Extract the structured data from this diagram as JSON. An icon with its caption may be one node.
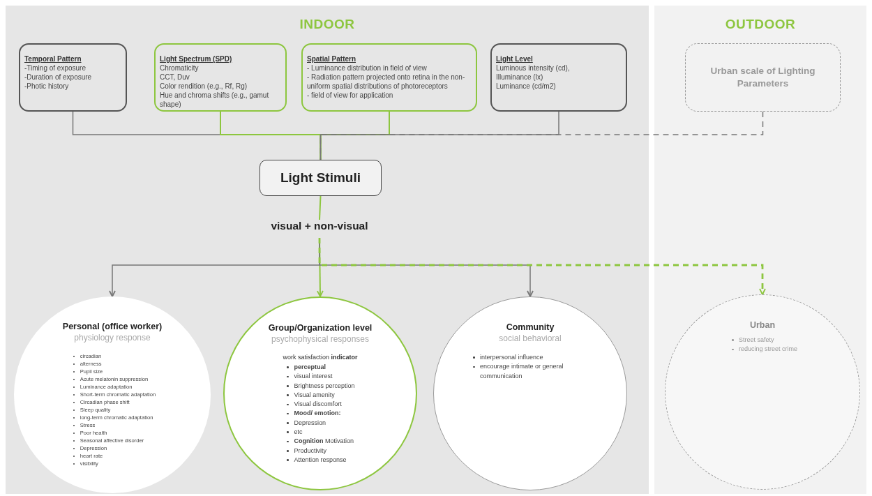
{
  "diagram": {
    "nodes": [
      {
        "text": [
          "INDOOR"
        ]
      },
      {
        "text": [
          "OUTDOOR"
        ]
      },
      {
        "text": [
          "Temporal Pattern",
          "-Timing of exposure",
          "-Duration of exposure",
          "-Photic history"
        ],
        "in": 0
      },
      {
        "text": [
          "Light Spectrum (SPD)",
          "Chromaticity",
          "CCT, Duv",
          "Color rendition (e.g., Rf, Rg)",
          "Hue and chroma shifts (e.g., gamut shape)"
        ],
        "in": 0
      },
      {
        "text": [
          "Spatial Pattern",
          "- Luminance distribution in field of view",
          "- Radiation pattern projected onto retina in the non-uniform spatial distributions of photoreceptors",
          "- field of view for application"
        ],
        "in": 0
      },
      {
        "text": [
          "Light Level",
          "Luminous intensity (cd),",
          "Illuminance (lx)",
          "Luminance (cd/m2)"
        ],
        "in": 0
      },
      {
        "text": [
          "Urban scale of Lighting Parameters"
        ],
        "in": 1
      },
      {
        "text": [
          "Light Stimuli"
        ],
        "in": 0
      },
      {
        "text": [
          "visual + non-visual"
        ],
        "in": 0
      },
      {
        "text": [
          "Personal (office worker)",
          "physiology response",
          "circadian",
          "alterness",
          "Pupil size",
          "Acute melatonin suppression",
          "Luminance adaptation",
          "Short-term chromatic adaptation",
          "Circadian phase shift",
          "Sleep quality",
          "long-term chromatic adaptation",
          "Stress",
          "Poor health",
          "Seasonal affective disorder",
          "Depression",
          "heart rate",
          "visibility"
        ],
        "in": 0
      },
      {
        "text": [
          "Group/Organization level",
          "psychophysical responses",
          "work satisfaction **indicator**",
          "**perceptual**",
          "visual interest",
          "Brightness perception",
          "Visual amenity",
          "Visual discomfort",
          "**Mood/ emotion:**",
          "Depression",
          "etc",
          "**Cognition** Motivation",
          "Productivity",
          "Attention response"
        ],
        "in": 0
      },
      {
        "text": [
          "Community",
          "social behavioral",
          "interpersonal influence",
          "encourage intimate or general communication"
        ],
        "in": 0
      },
      {
        "text": [
          "Urban",
          "Street safety",
          "reducing street crime"
        ],
        "in": 1
      }
    ],
    "edges": [
      {
        "from": 2,
        "to": 7,
        "arrow": "none"
      },
      {
        "from": 3,
        "to": 7,
        "arrow": "none",
        "color": "#8dc63f"
      },
      {
        "from": 4,
        "to": 7,
        "arrow": "none",
        "color": "#8dc63f"
      },
      {
        "from": 5,
        "to": 7,
        "arrow": "none"
      },
      {
        "from": 6,
        "to": 7,
        "arrow": "none",
        "style": "dashed"
      },
      {
        "from": 7,
        "to": 8,
        "arrow": "none",
        "color": "#8dc63f"
      },
      {
        "from": 8,
        "to": 9,
        "arrow": "to"
      },
      {
        "from": 8,
        "to": 10,
        "arrow": "to",
        "color": "#8dc63f"
      },
      {
        "from": 8,
        "to": 11,
        "arrow": "to"
      },
      {
        "from": 8,
        "to": 12,
        "arrow": "to",
        "style": "dashed",
        "color": "#8dc63f"
      }
    ]
  }
}
